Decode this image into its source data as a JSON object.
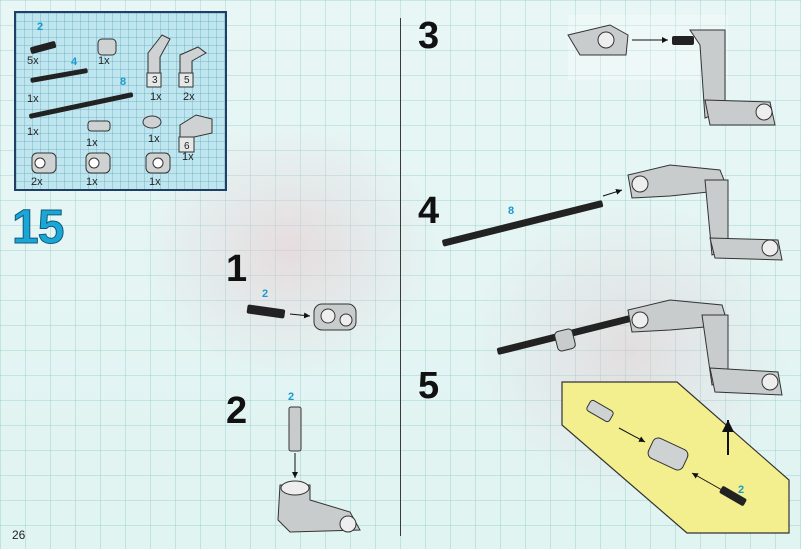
{
  "page": {
    "number": "26"
  },
  "main_step": {
    "number": "15"
  },
  "parts_box": {
    "items": [
      {
        "name": "axle-2",
        "length": "2",
        "qty": "5x"
      },
      {
        "name": "axle-connector",
        "qty": "1x"
      },
      {
        "name": "connector-3",
        "label": "3",
        "qty": "1x"
      },
      {
        "name": "connector-5",
        "label": "5",
        "qty": "2x"
      },
      {
        "name": "axle-4",
        "length": "4",
        "qty": "1x"
      },
      {
        "name": "axle-8",
        "length": "8",
        "qty": "1x"
      },
      {
        "name": "half-pin",
        "qty": "1x"
      },
      {
        "name": "bushing",
        "qty": "1x"
      },
      {
        "name": "connector-6",
        "label": "6",
        "qty": "1x"
      },
      {
        "name": "cross-block-a",
        "qty": "2x"
      },
      {
        "name": "cross-block-b",
        "qty": "1x"
      },
      {
        "name": "cross-block-c",
        "qty": "1x"
      }
    ]
  },
  "substeps": [
    {
      "number": "1",
      "axle_length": "2"
    },
    {
      "number": "2",
      "axle_length": "2"
    },
    {
      "number": "3"
    },
    {
      "number": "4",
      "axle_length": "8"
    },
    {
      "number": "5",
      "axle_length": "2"
    }
  ],
  "colors": {
    "title": "#1aa7d6",
    "length_label": "#1a9ad0",
    "callout_bg": "#f4ef8e",
    "part_gray": "#c9cccc",
    "part_dark": "#222222"
  }
}
